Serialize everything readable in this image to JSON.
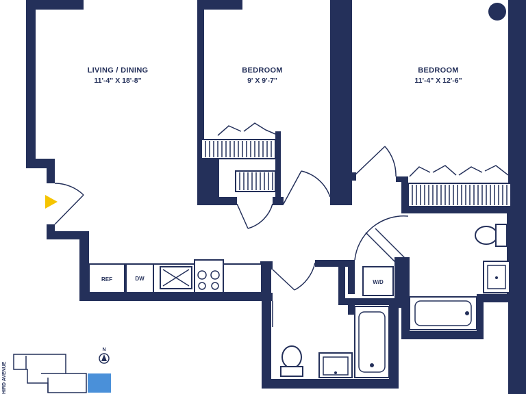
{
  "rooms": {
    "living": {
      "name": "LIVING / DINING",
      "dims": "11'-4\" X 18'-8\""
    },
    "bedroom1": {
      "name": "BEDROOM",
      "dims": "9' X 9'-7\""
    },
    "bedroom2": {
      "name": "BEDROOM",
      "dims": "11'-4\" X 12'-6\""
    }
  },
  "appliances": {
    "ref": "REF",
    "dw": "DW",
    "wd": "W/D"
  },
  "keyplan": {
    "street": "HIRD AVENUE",
    "north": "N",
    "highlight_color": "#4a90d9"
  },
  "colors": {
    "wall": "#24305a",
    "entry_marker": "#f5c400"
  }
}
